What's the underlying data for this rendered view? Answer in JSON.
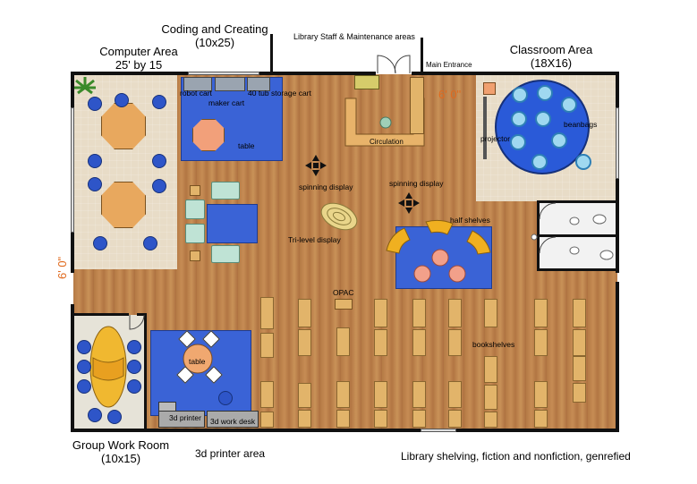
{
  "labels": {
    "coding_creating": "Coding and Creating",
    "coding_creating_size": "(10x25)",
    "computer_area": "Computer Area",
    "computer_area_size": "25' by 15",
    "library_staff": "Library Staff & Maintenance areas",
    "main_entrance": "Main Entrance",
    "classroom_area": "Classroom Area",
    "classroom_area_size": "(18X16)",
    "dim_top": "6' 0\"",
    "dim_left": "6' 0\"",
    "robot_cart": "robot cart",
    "tub_storage": "40 tub storage cart",
    "maker_cart": "maker cart",
    "table_top": "table",
    "circulation": "Circulation",
    "projector": "projector",
    "beanbags": "beanbags",
    "spinning_display_left": "spinning display",
    "spinning_display_right": "spinning display",
    "tri_level": "Tri-level display",
    "half_shelves": "half shelves",
    "opac": "OPAC",
    "bookshelves": "bookshelves",
    "table_bottom": "table",
    "printer_3d": "3d printer",
    "work_desk_3d": "3d work desk",
    "group_work_room": "Group Work Room",
    "group_work_room_size": "(10x15)",
    "printer_area": "3d printer area",
    "library_shelving": "Library shelving, fiction and nonfiction, genrefied"
  },
  "colors": {
    "wood": "#c28650",
    "rug": "#3a63d6",
    "shelf": "#e2b46a",
    "dimension_text": "#e06a1e",
    "wall": "#111111",
    "tile": "#e8dcc7"
  }
}
